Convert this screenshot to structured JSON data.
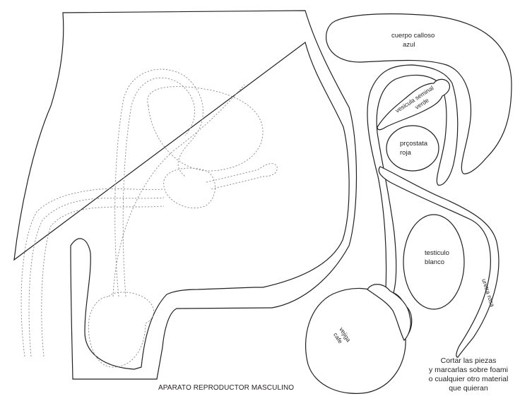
{
  "title": "APARATO REPRODUCTOR MASCULINO",
  "pieces": {
    "cuerpo_calloso": [
      "cuerpo calloso",
      "azul"
    ],
    "vesicula_seminal": [
      "vesicula seminal",
      "verde"
    ],
    "prostata": [
      "prçostata",
      "roja"
    ],
    "testiculo": [
      "testiculo",
      "blanco"
    ],
    "uretra": "uretra rosa",
    "vejiga": [
      "vejiga",
      "cafe"
    ]
  },
  "instructions": [
    "Cortar las piezas",
    "y marcarlas sobre foami",
    "o cualquier otro material",
    "que quieran"
  ],
  "colors": {
    "outline": "#231f20",
    "guide_dashed": "#8a8a8a",
    "background": "#ffffff"
  }
}
